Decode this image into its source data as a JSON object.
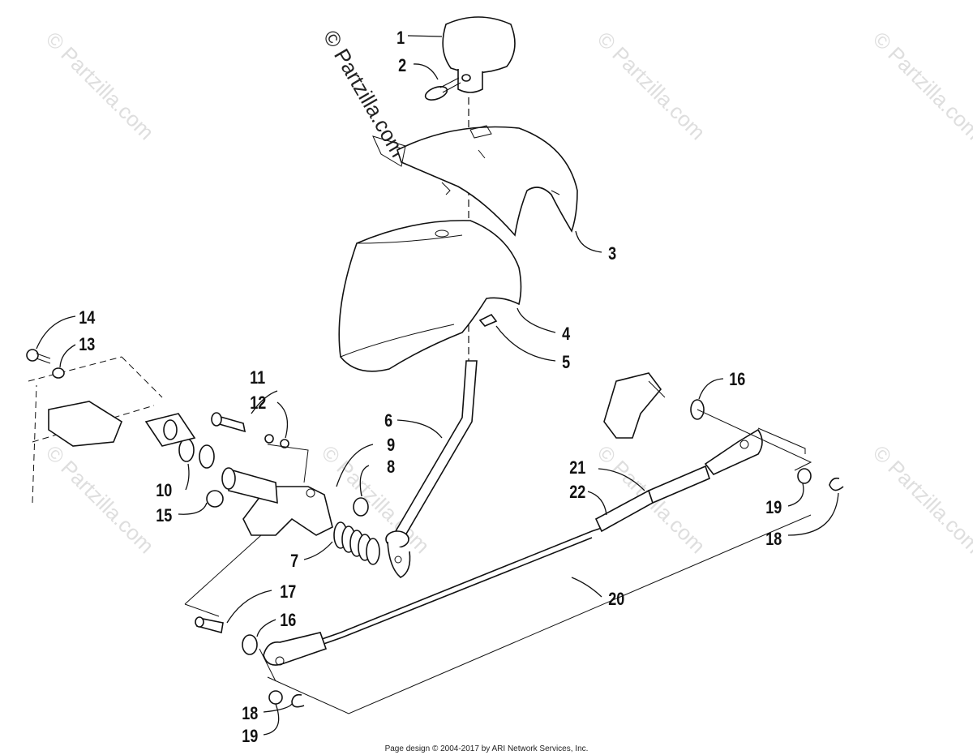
{
  "watermarks": {
    "main": "© Partzilla.com",
    "tile": "© Partzilla.com"
  },
  "callouts": {
    "c1": "1",
    "c2": "2",
    "c3": "3",
    "c4": "4",
    "c5": "5",
    "c6": "6",
    "c7": "7",
    "c8": "8",
    "c9": "9",
    "c10": "10",
    "c11": "11",
    "c12": "12",
    "c13": "13",
    "c14": "14",
    "c15": "15",
    "c16a": "16",
    "c16b": "16",
    "c17": "17",
    "c18a": "18",
    "c18b": "18",
    "c19a": "19",
    "c19b": "19",
    "c20": "20",
    "c21": "21",
    "c22": "22"
  },
  "footer": "Page design © 2004-2017 by ARI Network Services, Inc."
}
